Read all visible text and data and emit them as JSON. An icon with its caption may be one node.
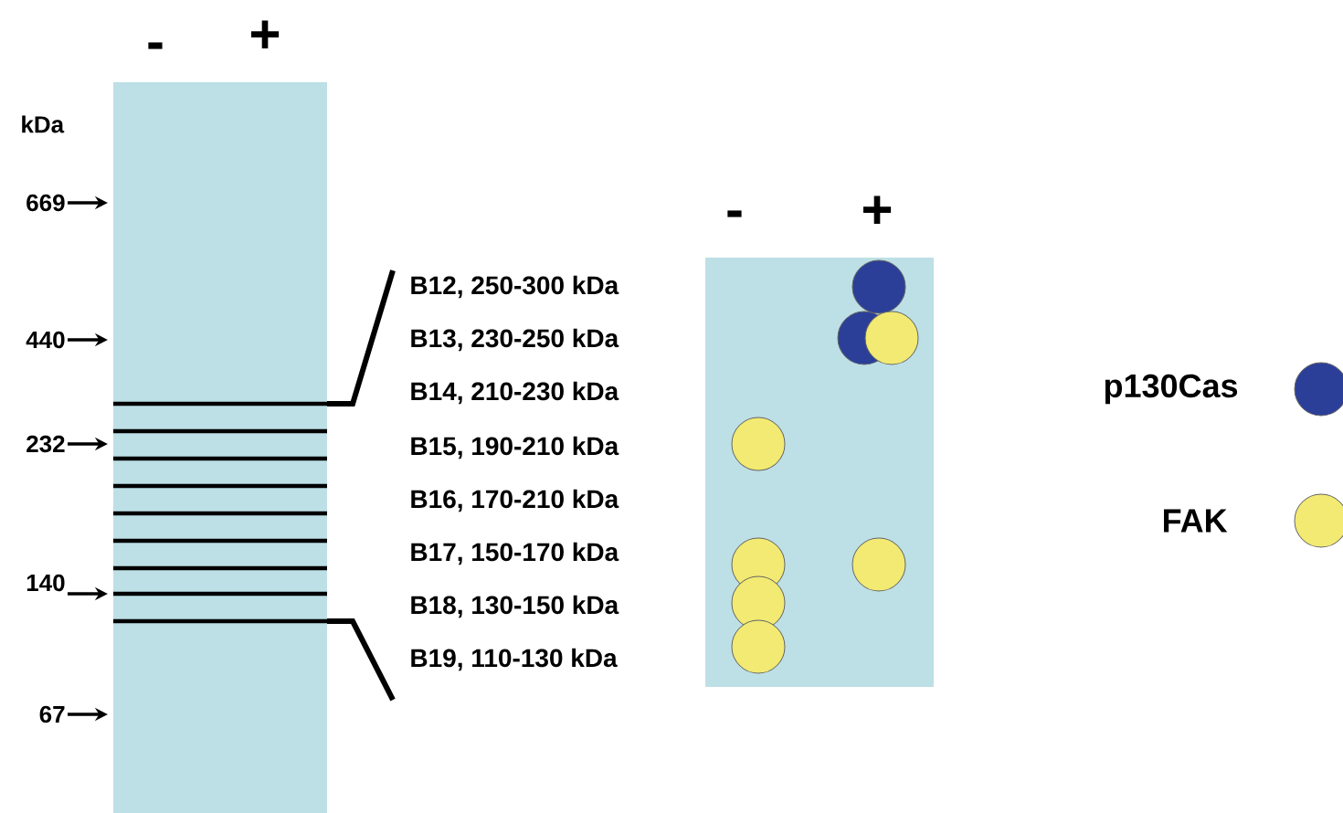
{
  "diagram": {
    "labels": [
      "-",
      "+",
      "kDa",
      "669",
      "-",
      "+",
      "B12, 250-300 kDa",
      "B13, 230-250 kDa",
      "440",
      "B14, 210-230 kDa",
      "232",
      "B15, 190-210 kDa",
      "B16, 170-210 kDa",
      "B17, 150-170 kDa",
      "140",
      "B18, 130-150 kDa",
      "B19, 110-130 kDa",
      "67"
    ],
    "legend": [
      {
        "text": "p130Cas",
        "color": "#2b3f99"
      },
      {
        "text": "FAK",
        "color": "#f2ea72"
      }
    ]
  }
}
